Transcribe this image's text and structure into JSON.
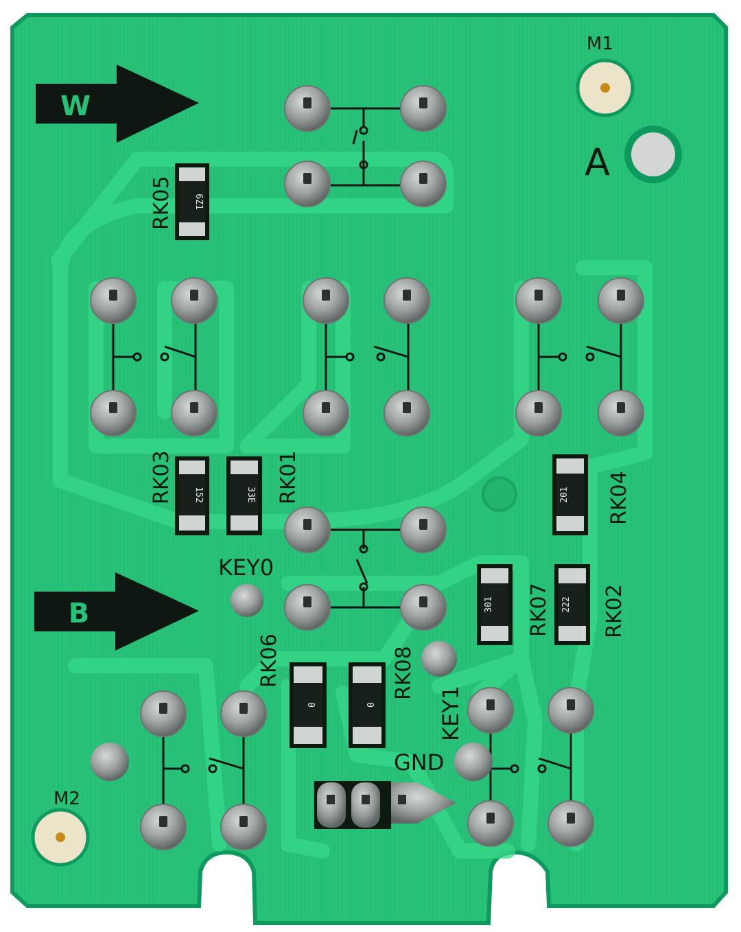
{
  "board": {
    "mount_top": "M1",
    "mount_bottom": "M2",
    "hole_label": "A",
    "arrow_top": "W",
    "arrow_bottom": "B",
    "key0": "KEY0",
    "key1": "KEY1",
    "gnd": "GND"
  },
  "resistors": {
    "rk01": {
      "ref": "RK01",
      "value": "33E"
    },
    "rk02": {
      "ref": "RK02",
      "value": "222"
    },
    "rk03": {
      "ref": "RK03",
      "value": "152"
    },
    "rk04": {
      "ref": "RK04",
      "value": "201"
    },
    "rk05": {
      "ref": "RK05",
      "value": "6Z1"
    },
    "rk06": {
      "ref": "RK06",
      "value": "0"
    },
    "rk07": {
      "ref": "RK07",
      "value": "301"
    },
    "rk08": {
      "ref": "RK08",
      "value": "0"
    }
  },
  "colors": {
    "board": "#27c277",
    "trace": "#2fd27f",
    "edge": "#0e9a5e",
    "silkscreen": "#0c1a10",
    "solder": "#9ea3a2"
  }
}
